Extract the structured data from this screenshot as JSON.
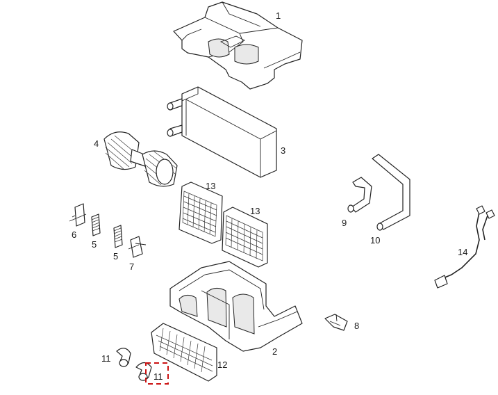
{
  "diagram": {
    "parts": [
      {
        "id": "1",
        "label": "1"
      },
      {
        "id": "2",
        "label": "2"
      },
      {
        "id": "3",
        "label": "3"
      },
      {
        "id": "4",
        "label": "4"
      },
      {
        "id": "5a",
        "label": "5"
      },
      {
        "id": "5b",
        "label": "5"
      },
      {
        "id": "6",
        "label": "6"
      },
      {
        "id": "7",
        "label": "7"
      },
      {
        "id": "8",
        "label": "8"
      },
      {
        "id": "9",
        "label": "9"
      },
      {
        "id": "10",
        "label": "10"
      },
      {
        "id": "11a",
        "label": "11"
      },
      {
        "id": "11b",
        "label": "11"
      },
      {
        "id": "12",
        "label": "12"
      },
      {
        "id": "13a",
        "label": "13"
      },
      {
        "id": "13b",
        "label": "13"
      },
      {
        "id": "14",
        "label": "14"
      }
    ],
    "highlighted_part": "11",
    "highlight_color": "#cc1111"
  }
}
